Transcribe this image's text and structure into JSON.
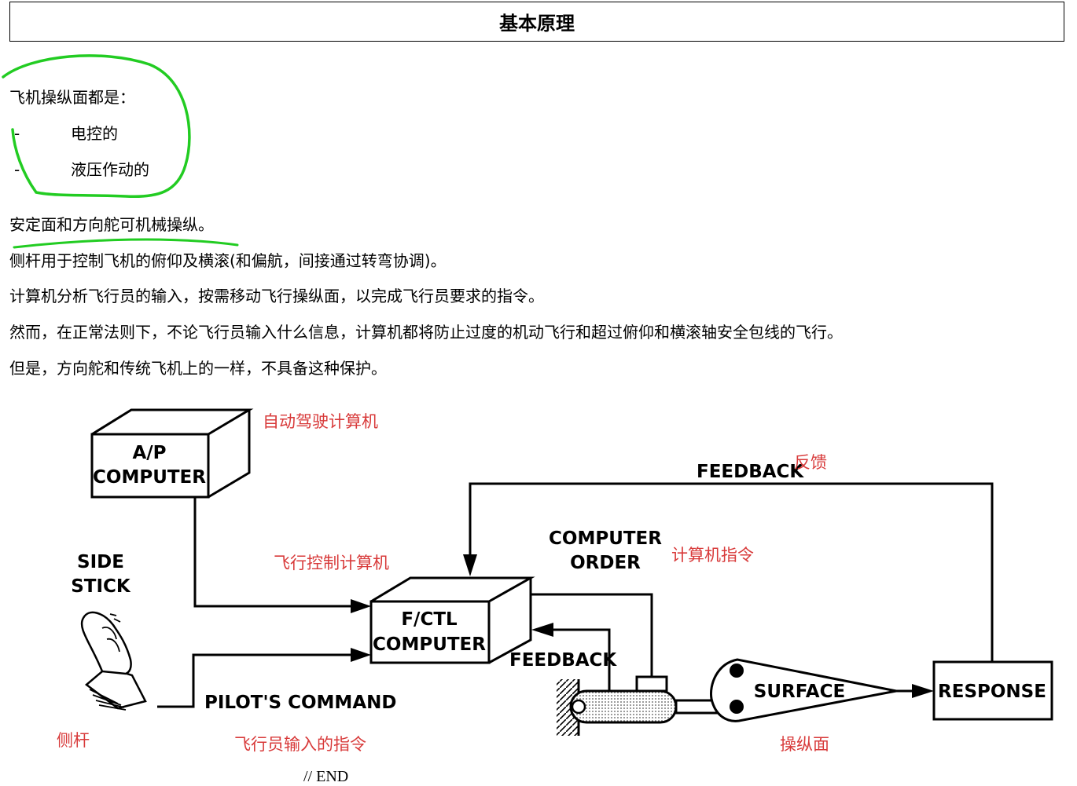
{
  "header": {
    "title": "基本原理"
  },
  "intro": {
    "heading": "飞机操纵面都是：",
    "items": [
      "电控的",
      "液压作动的"
    ],
    "dash": "-"
  },
  "paragraphs": [
    "安定面和方向舵可机械操纵。",
    "侧杆用于控制飞机的俯仰及横滚(和偏航，间接通过转弯协调)。",
    "计算机分析飞行员的输入，按需移动飞行操纵面，以完成飞行员要求的指令。",
    "然而，在正常法则下，不论飞行员输入什么信息，计算机都将防止过度的机动飞行和超过俯仰和横滚轴安全包线的飞行。",
    "但是，方向舵和传统飞机上的一样，不具备这种保护。"
  ],
  "diagram": {
    "ap_computer": [
      "A/P",
      "COMPUTER"
    ],
    "ap_computer_cn": "自动驾驶计算机",
    "fctl_computer": [
      "F/CTL",
      "COMPUTER"
    ],
    "fctl_computer_cn": "飞行控制计算机",
    "side_stick": [
      "SIDE",
      "STICK"
    ],
    "side_stick_cn": "侧杆",
    "pilot_command": "PILOT'S COMMAND",
    "pilot_command_cn": "飞行员输入的指令",
    "computer_order": [
      "COMPUTER",
      "ORDER"
    ],
    "computer_order_cn": "计算机指令",
    "feedback_top": "FEEDBACK",
    "feedback_top_cn": "反馈",
    "feedback_actuator": "FEEDBACK",
    "surface": "SURFACE",
    "surface_cn": "操纵面",
    "response": "RESPONSE"
  },
  "footer": {
    "end": "// END"
  },
  "colors": {
    "annotation": "#d83a3a",
    "highlight": "#22cc22"
  }
}
